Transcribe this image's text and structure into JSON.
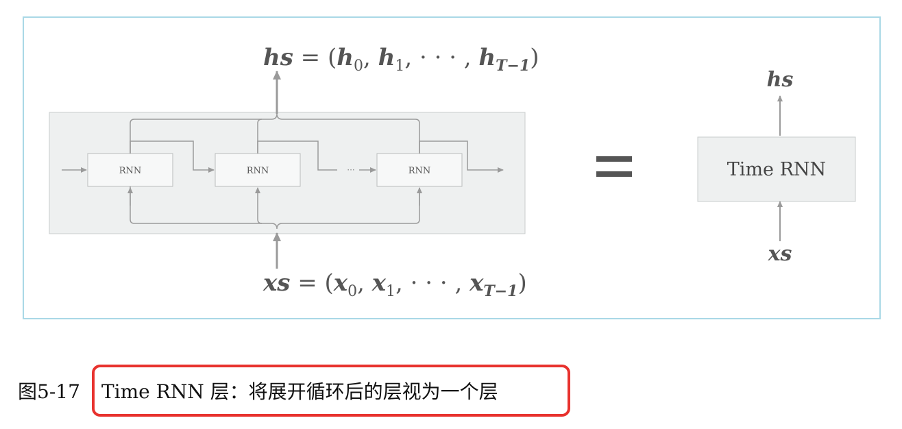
{
  "diagram": {
    "rnn_cell_label": "RNN",
    "ellipsis": "···",
    "equals": "=",
    "time_rnn_label": "Time RNN",
    "hs_label": "hs",
    "xs_label": "xs",
    "hs_equation": {
      "lhs": "hs",
      "eq": " = (",
      "h": "h",
      "sub0": "0",
      "sub1": "1",
      "subT": "T−1",
      "sep": ", ",
      "dots": ", · · · , ",
      "close": ")"
    },
    "xs_equation": {
      "lhs": "xs",
      "eq": " = (",
      "x": "x",
      "sub0": "0",
      "sub1": "1",
      "subT": "T−1",
      "sep": ", ",
      "dots": ", · · · , ",
      "close": ")"
    }
  },
  "caption": {
    "prefix": "图5-17",
    "text": "Time RNN 层：将展开循环后的层视为一个层"
  },
  "colors": {
    "frame_border": "#a9d8e6",
    "panel_fill": "#eef0f0",
    "line": "#9a9a9a",
    "highlight_border": "#e8322e"
  }
}
